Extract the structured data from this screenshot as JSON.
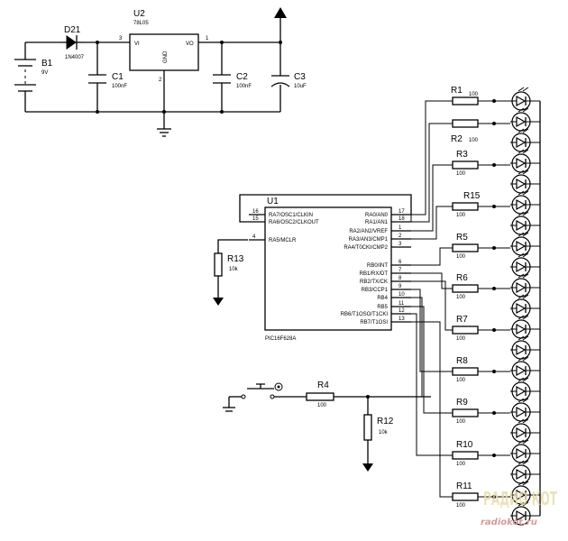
{
  "battery": {
    "ref": "B1",
    "value": "9V"
  },
  "diode": {
    "ref": "D21",
    "value": "1N4007"
  },
  "regulator": {
    "ref": "U2",
    "value": "78L05",
    "pin_vi": "VI",
    "pin_vo": "VO",
    "pin_gnd": "GND",
    "pin1": "1",
    "pin2": "2",
    "pin3": "3"
  },
  "caps": [
    {
      "ref": "C1",
      "value": "100nF"
    },
    {
      "ref": "C2",
      "value": "100nF"
    },
    {
      "ref": "C3",
      "value": "10uF"
    }
  ],
  "mcu": {
    "ref": "U1",
    "part": "PIC16F628A",
    "left_pins": [
      {
        "num": "16",
        "name": "RA7/OSC1/CLKIN"
      },
      {
        "num": "15",
        "name": "RA6/OSC2/CLKOUT"
      },
      {
        "num": "4",
        "name": "RA5/MCLR"
      }
    ],
    "right_pins": [
      {
        "num": "17",
        "name": "RA0/AN0"
      },
      {
        "num": "18",
        "name": "RA1/AN1"
      },
      {
        "num": "1",
        "name": "RA2/AN2/VREF"
      },
      {
        "num": "2",
        "name": "RA3/AN3/CMP1"
      },
      {
        "num": "3",
        "name": "RA4/T0CKI/CMP2"
      },
      {
        "num": "6",
        "name": "RB0/INT"
      },
      {
        "num": "7",
        "name": "RB1/RX/DT"
      },
      {
        "num": "8",
        "name": "RB2/TX/CK"
      },
      {
        "num": "9",
        "name": "RB3/CCP1"
      },
      {
        "num": "10",
        "name": "RB4"
      },
      {
        "num": "11",
        "name": "RB5"
      },
      {
        "num": "12",
        "name": "RB6/T1OSO/T1CKI"
      },
      {
        "num": "13",
        "name": "RB7/T1OSI"
      }
    ]
  },
  "r13": {
    "ref": "R13",
    "value": "10k"
  },
  "r12": {
    "ref": "R12",
    "value": "10k"
  },
  "r4": {
    "ref": "R4",
    "value": "100"
  },
  "led_resistors": [
    {
      "ref": "R1",
      "value": "100"
    },
    {
      "ref": "R2",
      "value": "100"
    },
    {
      "ref": "R3",
      "value": "100"
    },
    {
      "ref": "R15",
      "value": "100"
    },
    {
      "ref": "R5",
      "value": "100"
    },
    {
      "ref": "R6",
      "value": "100"
    },
    {
      "ref": "R7",
      "value": "100"
    },
    {
      "ref": "R8",
      "value": "100"
    },
    {
      "ref": "R9",
      "value": "100"
    },
    {
      "ref": "R10",
      "value": "100"
    },
    {
      "ref": "R11",
      "value": "100"
    }
  ],
  "led_count": 21,
  "watermark": {
    "logo": "РАДИО КОТ",
    "site": "radiokot.ru"
  }
}
